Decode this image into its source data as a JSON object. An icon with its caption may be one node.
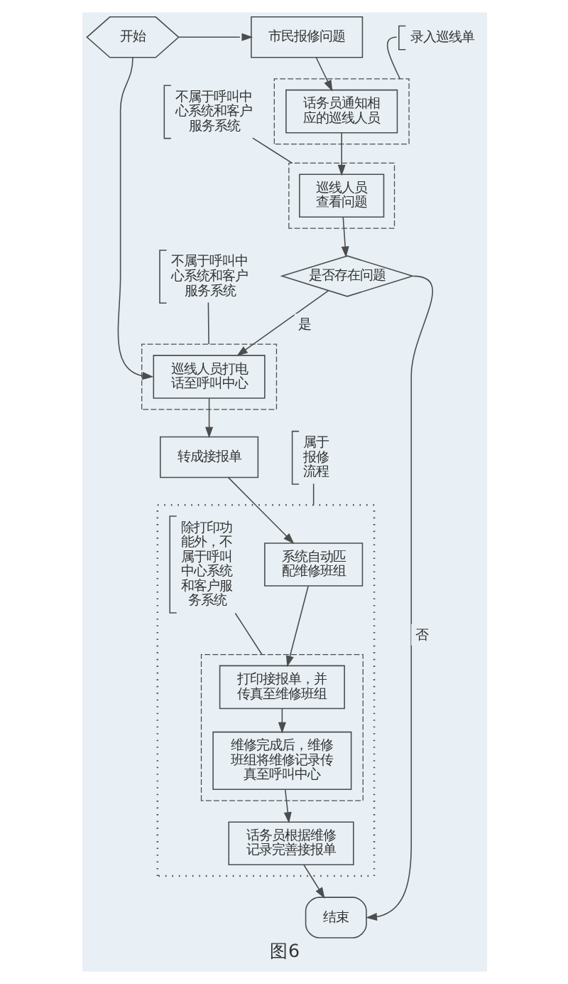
{
  "diagram": {
    "caption": "图6",
    "nodes": [
      {
        "text": [
          "开始"
        ]
      },
      {
        "text": [
          "市民报修问题"
        ]
      },
      {
        "text": [],
        "shape": "box"
      },
      {
        "text": [
          "话务员通知相应的巡线人员"
        ],
        "in": 2
      },
      {
        "text": [
          "录入巡线单"
        ]
      },
      {
        "text": [],
        "shape": "box"
      },
      {
        "text": [
          "巡线人员查看问题"
        ],
        "in": 5
      },
      {
        "text": [
          "不属于呼叫中心系统和客户服务系统"
        ]
      },
      {
        "text": [
          "是否存在问题"
        ]
      },
      {
        "text": [],
        "shape": "box"
      },
      {
        "text": [
          "巡线人员打电话至呼叫中心"
        ],
        "in": 9
      },
      {
        "text": [
          "不属于呼叫中心系统和客户服务系统"
        ]
      },
      {
        "text": [
          "转成接报单"
        ]
      },
      {
        "text": [
          "属于报修流程"
        ]
      },
      {
        "text": [],
        "shape": "box"
      },
      {
        "text": [
          "系统自动匹配维修班组"
        ],
        "in": 14
      },
      {
        "text": [],
        "shape": "box",
        "in": 14
      },
      {
        "text": [
          "打印接报单，并传真至维修班组"
        ],
        "in": 16
      },
      {
        "text": [
          "维修完成后，维修班组将维修记录传真至呼叫中心"
        ],
        "in": 16
      },
      {
        "text": [
          "除打印功能外，不属于呼叫中心系统和客户服务系统"
        ],
        "in": 14
      },
      {
        "text": [
          "话务员根据维修记录完善接报单"
        ],
        "in": 14
      },
      {
        "text": [
          "结束"
        ]
      }
    ],
    "edges": [
      {
        "from": 0,
        "to": 1,
        "arrow": "to"
      },
      {
        "from": 1,
        "to": 3,
        "arrow": "to"
      },
      {
        "from": 4,
        "to": 2,
        "arrow": "none"
      },
      {
        "from": 3,
        "to": 6,
        "arrow": "to"
      },
      {
        "from": 7,
        "to": 5,
        "arrow": "none"
      },
      {
        "from": 6,
        "to": 8,
        "arrow": "to"
      },
      {
        "from": 8,
        "to": 10,
        "label": "是",
        "arrow": "to"
      },
      {
        "from": 8,
        "to": 21,
        "label": "否",
        "arrow": "to"
      },
      {
        "from": 0,
        "to": 10,
        "arrow": "to"
      },
      {
        "from": 11,
        "to": 9,
        "arrow": "none"
      },
      {
        "from": 10,
        "to": 12,
        "arrow": "to"
      },
      {
        "from": 13,
        "to": 14,
        "arrow": "none"
      },
      {
        "from": 12,
        "to": 15,
        "arrow": "to"
      },
      {
        "from": 15,
        "to": 17,
        "arrow": "to"
      },
      {
        "from": 19,
        "to": 16,
        "arrow": "none"
      },
      {
        "from": 17,
        "to": 18,
        "arrow": "to"
      },
      {
        "from": 18,
        "to": 20,
        "arrow": "to"
      },
      {
        "from": 20,
        "to": 21,
        "arrow": "to"
      }
    ]
  }
}
